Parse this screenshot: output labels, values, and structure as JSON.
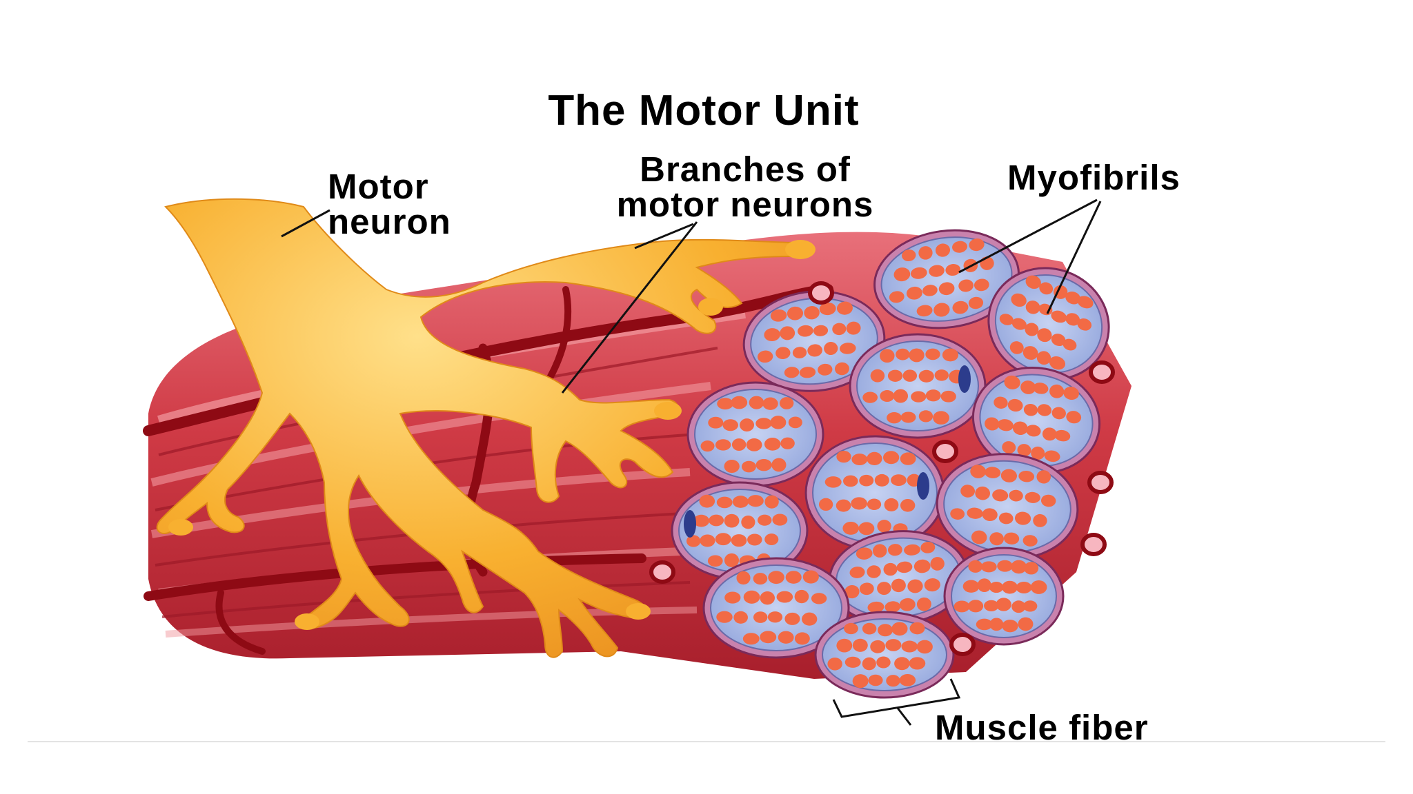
{
  "title": "The Motor Unit",
  "labels": {
    "motor_neuron": [
      "Motor",
      "neuron"
    ],
    "branches": [
      "Branches of",
      "motor neurons"
    ],
    "myofibrils": "Myofibrils",
    "muscle_fiber": "Muscle fiber"
  },
  "colors": {
    "muscle": "#c8303c",
    "muscle_light": "#e05a62",
    "vessel": "#8e0a14",
    "neuron": "#f6a21e",
    "neuron_light": "#ffd070",
    "fiber_outer": "#c982ad",
    "fiber_inner": "#a8b8e4",
    "myofibril": "#f26a45",
    "nucleus": "#2c3c8c"
  }
}
